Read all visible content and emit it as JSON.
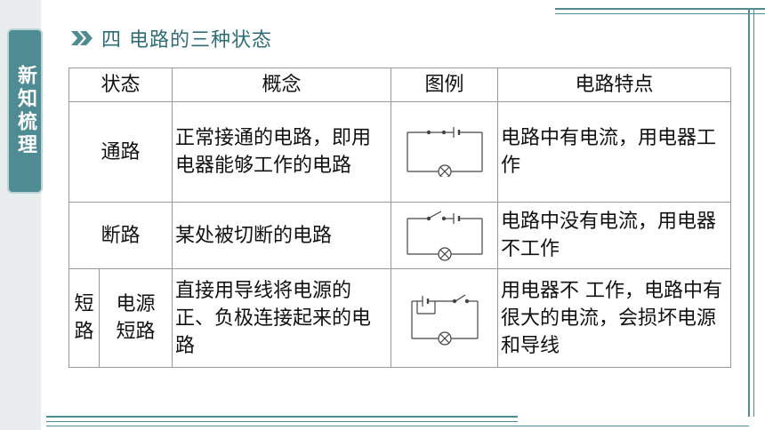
{
  "side_tab": {
    "label": "新知梳理"
  },
  "section": {
    "title": "四  电路的三种状态"
  },
  "table": {
    "headers": [
      "状态",
      "概念",
      "图例",
      "电路特点"
    ],
    "rows": [
      {
        "state": "通路",
        "concept": "正常接通的电路，即用电器能够工作的电路",
        "diagram": "closed-circuit-diagram-icon",
        "feature": "电路中有电流，用电器工作"
      },
      {
        "state": "断路",
        "concept": "某处被切断的电路",
        "diagram": "open-circuit-diagram-icon",
        "feature": "电路中没有电流，用电器不工作"
      },
      {
        "state_group": "短路",
        "state": "电源短路",
        "concept": "直接用导线将电源的正、负极连接起来的电路",
        "diagram": "short-circuit-diagram-icon",
        "feature": "用电器不  工作，电路中有很大的电流，会损坏电源和导线"
      }
    ]
  },
  "colors": {
    "accent": "#4f8b93",
    "heading": "#2e6d76",
    "border": "#9a9a9a"
  }
}
